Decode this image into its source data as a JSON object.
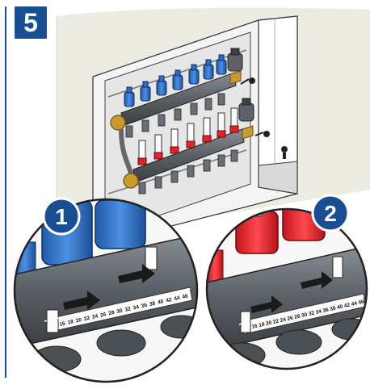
{
  "step": {
    "number": "5"
  },
  "callouts": [
    {
      "label": "1"
    },
    {
      "label": "2"
    }
  ],
  "scale_numbers": [
    "16",
    "18",
    "20",
    "22",
    "24",
    "26",
    "28",
    "30",
    "32",
    "34",
    "36",
    "38",
    "40",
    "42",
    "44",
    "46"
  ],
  "colors": {
    "brand_blue": "#1a4e93",
    "supply_blue": "#2b6fc4",
    "return_red": "#e0222a",
    "manifold_grey": "#555a5f",
    "wall": "#ecebe1",
    "cabinet": "#f2f2f2",
    "brass": "#c99a2e"
  },
  "icons": [
    "manifold-cabinet-icon",
    "zoom-callout-icon",
    "coupling-icon",
    "pipe-clamp-icon"
  ]
}
